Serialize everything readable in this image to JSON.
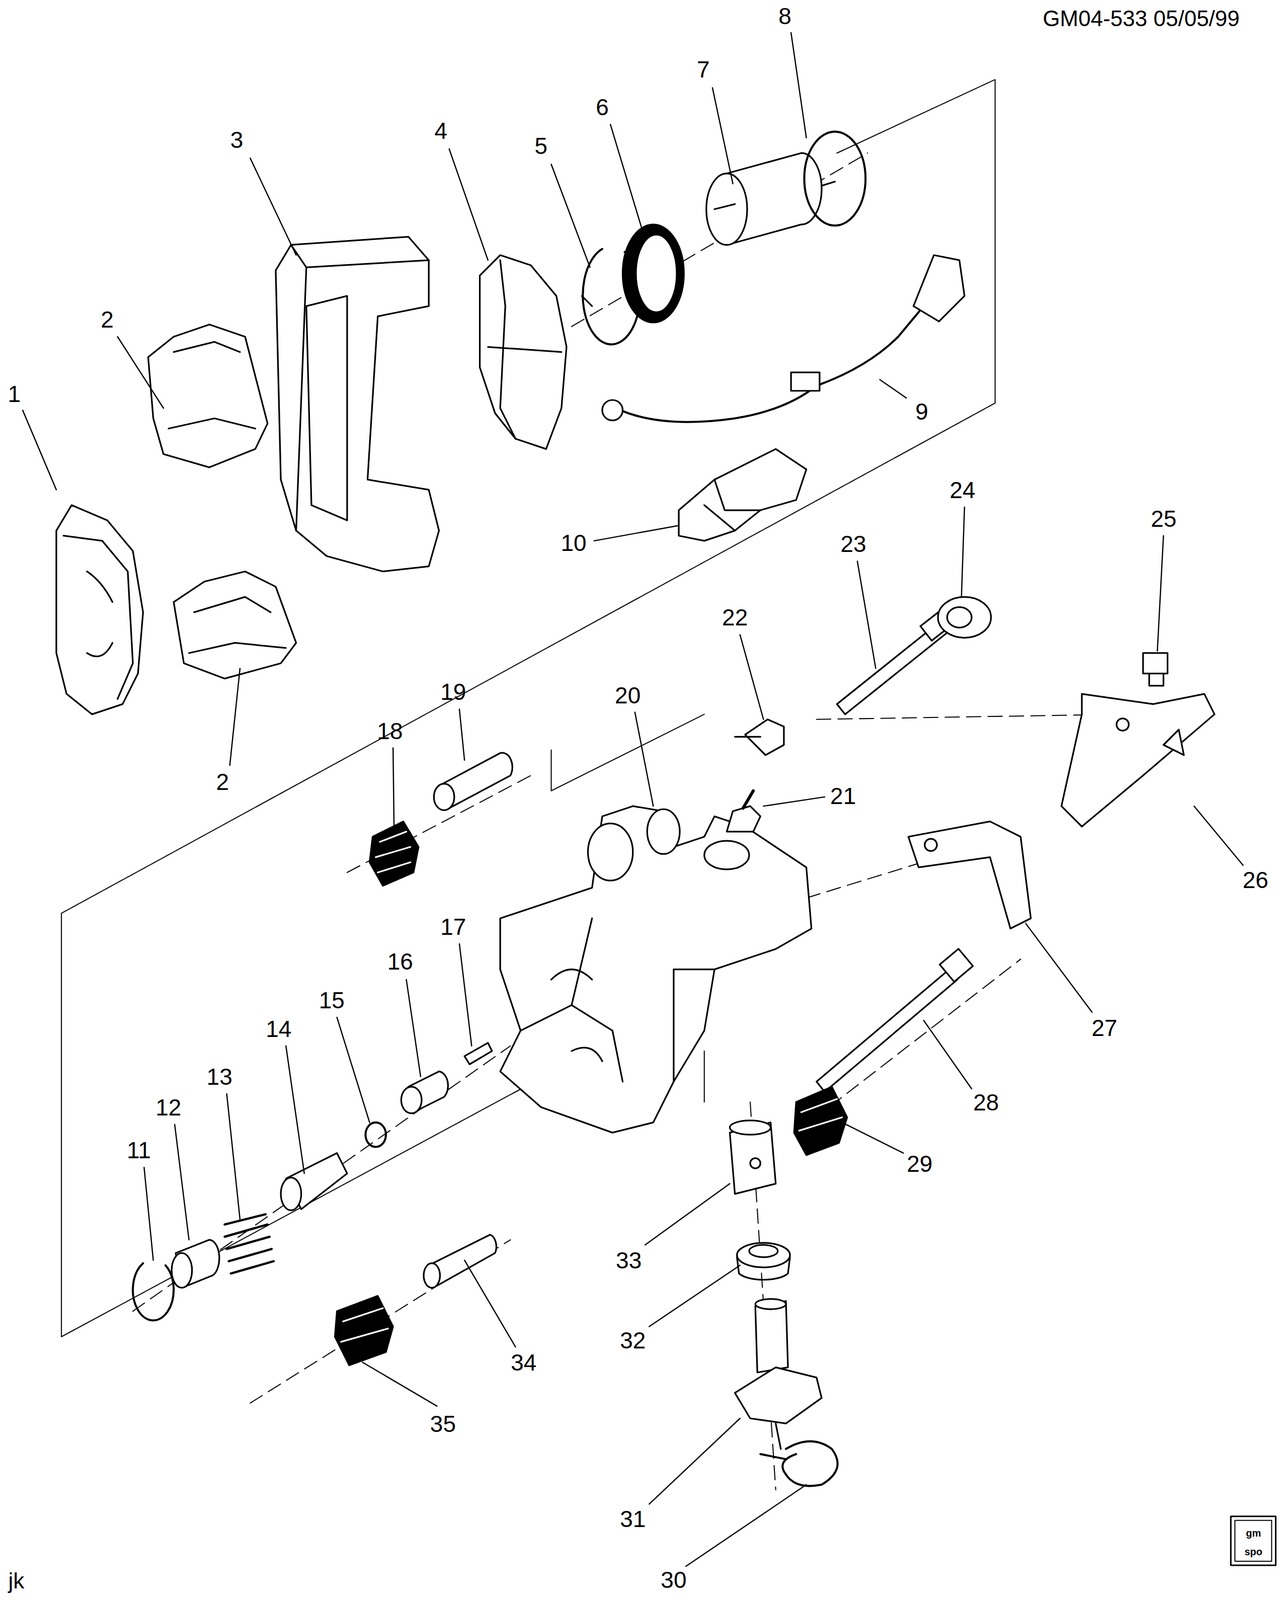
{
  "diagram": {
    "labels": [
      "GM04-533 05/05/99",
      "1",
      "2",
      "2",
      "3",
      "4",
      "5",
      "6",
      "7",
      "8",
      "9",
      "10",
      "11",
      "12",
      "13",
      "14",
      "15",
      "16",
      "17",
      "18",
      "19",
      "20",
      "21",
      "22",
      "23",
      "24",
      "25",
      "26",
      "27",
      "28",
      "29",
      "30",
      "31",
      "32",
      "33",
      "34",
      "35",
      "jk",
      "gm",
      "spo"
    ]
  }
}
